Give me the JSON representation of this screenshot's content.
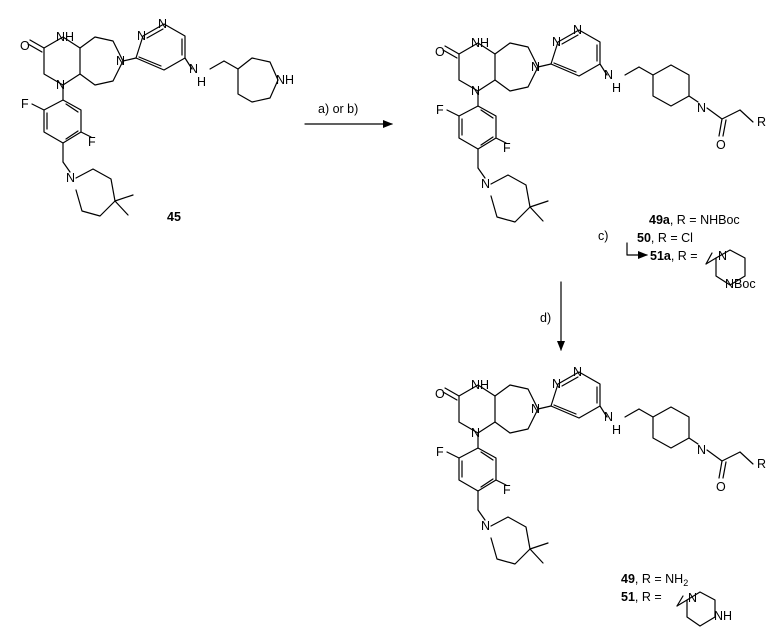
{
  "atoms": {
    "O": "O",
    "N": "N",
    "F": "F",
    "NH": "NH",
    "H": "H"
  },
  "steps": {
    "step1": "a) or b)",
    "step2": "c)",
    "step3": "d)"
  },
  "compounds": {
    "c45": "45",
    "c49a": {
      "id": "49a",
      "text": ", R = NHBoc"
    },
    "c50": {
      "id": "50",
      "text": ",   R = Cl"
    },
    "c51a": {
      "id": "51a",
      "text": ", R ="
    },
    "c49": {
      "id": "49",
      "text": ", R = NH",
      "sub": "2"
    },
    "c51": {
      "id": "51",
      "text": ", R ="
    },
    "boc_n": "NBoc",
    "r_label": "R"
  }
}
